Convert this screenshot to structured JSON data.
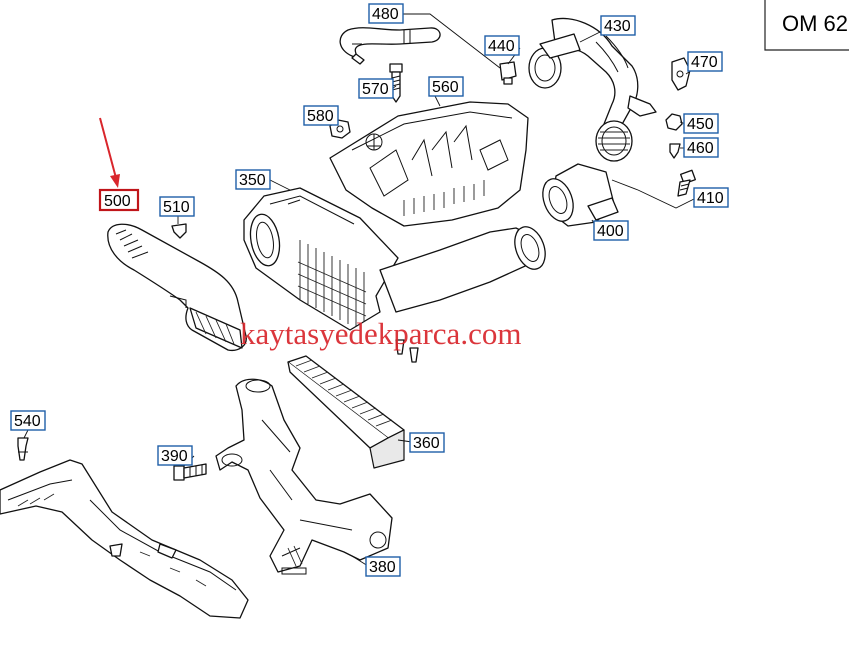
{
  "engine_label": "OM 62",
  "watermark": "kaytasyedekparca.com",
  "highlight_color": "#c0151a",
  "callout_color": "#1f5fa8",
  "callouts": {
    "p480": "480",
    "p430": "430",
    "p440": "440",
    "p470": "470",
    "p570": "570",
    "p560": "560",
    "p580": "580",
    "p450": "450",
    "p460": "460",
    "p350": "350",
    "p410": "410",
    "p500": "500",
    "p510": "510",
    "p400": "400",
    "p540": "540",
    "p360": "360",
    "p390": "390",
    "p380": "380"
  },
  "highlighted_part": "500"
}
